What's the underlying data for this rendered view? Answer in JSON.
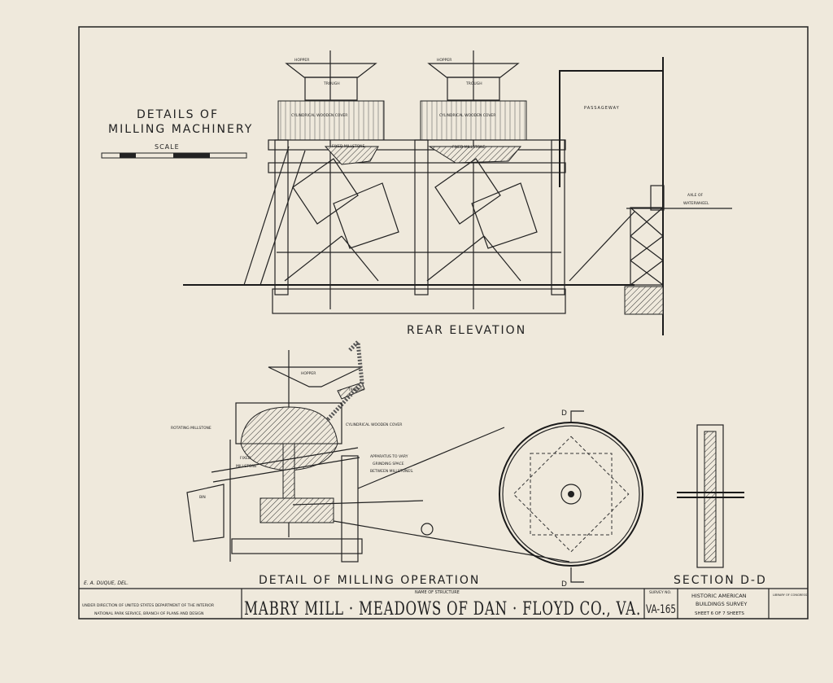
{
  "sheet": {
    "main_title_line1": "DETAILS OF",
    "main_title_line2": "MILLING MACHINERY",
    "scale_label": "SCALE",
    "views": {
      "rear_elevation": "REAR ELEVATION",
      "detail_milling": "DETAIL OF MILLING OPERATION",
      "section": "SECTION D-D",
      "section_mark": "D"
    },
    "labels": {
      "hopper": "HOPPER",
      "trough": "TROUGH",
      "cylindrical_cover": "CYLINDRICAL WOODEN COVER",
      "fixed_millstone": "FIXED MILLSTONE",
      "passageway": "PASSAGEWAY",
      "axle_line1": "AXLE OF",
      "axle_line2": "WATERWHEEL",
      "rotating_millstone": "ROTATING MILLSTONE",
      "fixed_millstone_2l1": "FIXED",
      "fixed_millstone_2l2": "MILLSTONE",
      "apparatus_l1": "APPARATUS TO VARY",
      "apparatus_l2": "GRINDING SPACE",
      "apparatus_l3": "BETWEEN MILLSTONES.",
      "bin": "BIN"
    },
    "delineator": "E. A. DUQUE, DEL."
  },
  "title_block": {
    "direction_l1": "UNDER DIRECTION OF UNITED STATES DEPARTMENT OF THE INTERIOR",
    "direction_l2": "NATIONAL PARK SERVICE, BRANCH OF PLANS AND DESIGN",
    "name_of_structure_label": "NAME OF STRUCTURE",
    "structure_name": "MABRY MILL · MEADOWS OF DAN · FLOYD CO., VA.",
    "survey_no_label": "SURVEY NO.",
    "survey_no": "VA-165",
    "habs_l1": "HISTORIC AMERICAN",
    "habs_l2": "BUILDINGS SURVEY",
    "sheet_text": "SHEET 6 OF 7 SHEETS",
    "library": "LIBRARY OF CONGRESS"
  }
}
